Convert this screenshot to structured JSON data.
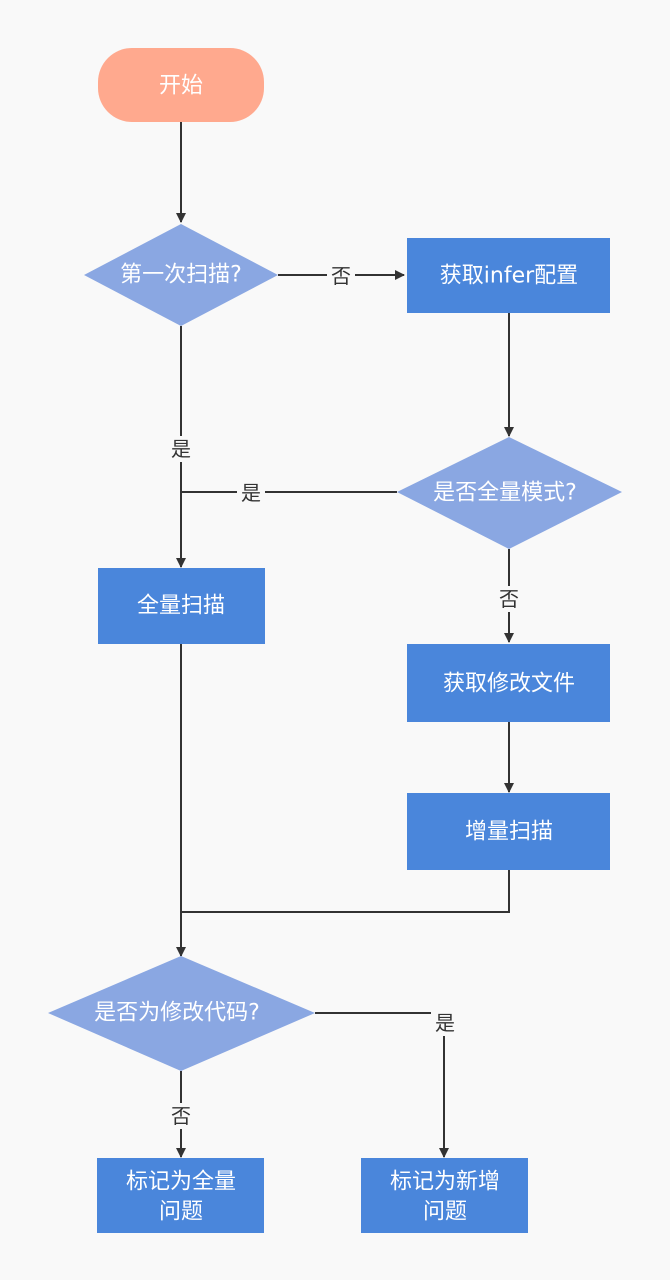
{
  "colors": {
    "terminal": "#ffa98e",
    "process": "#4a86db",
    "decision": "#8aa7e2",
    "edge": "#333333",
    "background": "#f9f9f9"
  },
  "nodes": {
    "start": {
      "label": "开始",
      "shape": "terminal"
    },
    "first_scan": {
      "label": "第一次扫描?",
      "shape": "decision"
    },
    "get_infer_config": {
      "label": "获取infer配置",
      "shape": "process"
    },
    "full_mode": {
      "label": "是否全量模式?",
      "shape": "decision"
    },
    "full_scan": {
      "label": "全量扫描",
      "shape": "process"
    },
    "get_modified_files": {
      "label": "获取修改文件",
      "shape": "process"
    },
    "incremental_scan": {
      "label": "增量扫描",
      "shape": "process"
    },
    "is_modified_code": {
      "label": "是否为修改代码?",
      "shape": "decision"
    },
    "mark_full_issue": {
      "label_line1": "标记为全量",
      "label_line2": "问题",
      "shape": "process"
    },
    "mark_new_issue": {
      "label_line1": "标记为新增",
      "label_line2": "问题",
      "shape": "process"
    }
  },
  "edges": {
    "first_scan_no": {
      "from": "first_scan",
      "to": "get_infer_config",
      "label": "否"
    },
    "first_scan_yes": {
      "from": "first_scan",
      "to": "full_scan",
      "label": "是"
    },
    "full_mode_yes": {
      "from": "full_mode",
      "to": "full_scan",
      "label": "是"
    },
    "full_mode_no": {
      "from": "full_mode",
      "to": "get_modified_files",
      "label": "否"
    },
    "modified_no": {
      "from": "is_modified_code",
      "to": "mark_full_issue",
      "label": "否"
    },
    "modified_yes": {
      "from": "is_modified_code",
      "to": "mark_new_issue",
      "label": "是"
    }
  }
}
